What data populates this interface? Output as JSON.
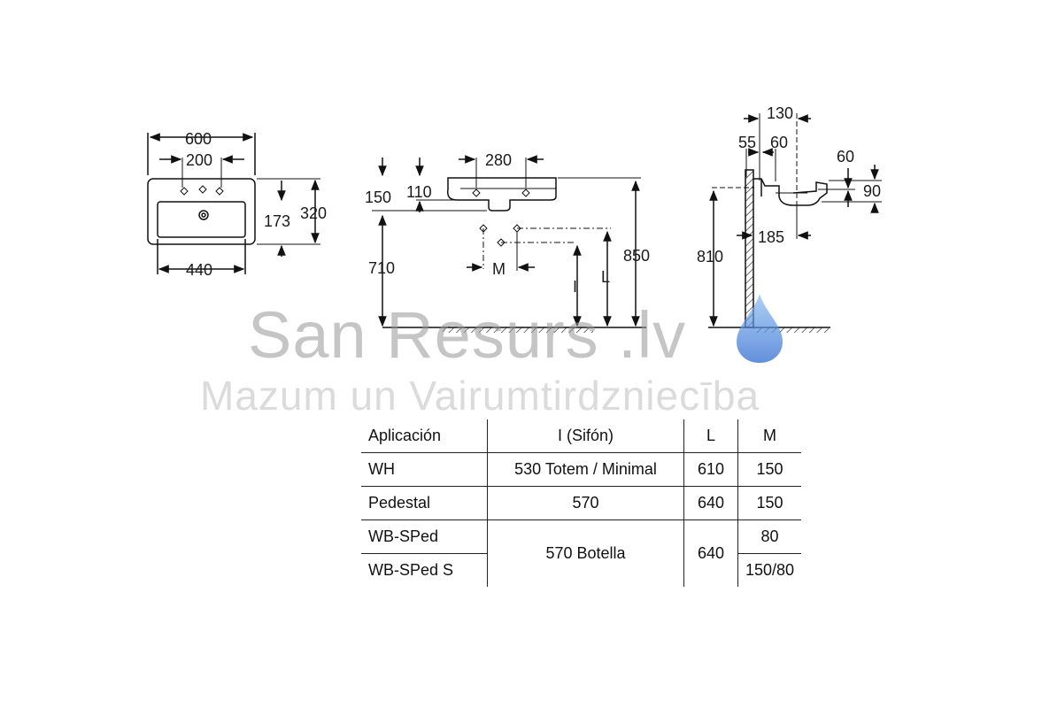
{
  "dimensions": {
    "top_view": {
      "overall_width": "600",
      "tap_spacing": "200",
      "depth_inner": "173",
      "depth_total": "320",
      "bowl_width": "440"
    },
    "front_view": {
      "tap_holes": "280",
      "h150": "150",
      "h110": "110",
      "h710": "710",
      "h850": "850",
      "m_label": "M",
      "l_label": "L",
      "i_label": "I"
    },
    "side_view": {
      "d130": "130",
      "d55": "55",
      "d60a": "60",
      "d60b": "60",
      "d90": "90",
      "d810": "810",
      "d185": "185"
    }
  },
  "watermark": {
    "brand": "San Resurs .lv",
    "tagline": "Mazum un Vairumtirdzniecība",
    "drop_color": "#3b7fd9"
  },
  "table": {
    "headers": [
      "Aplicación",
      "I (Sifón)",
      "L",
      "M"
    ],
    "rows": [
      {
        "app": "WH",
        "i": "530 Totem / Minimal",
        "l": "610",
        "m": "150"
      },
      {
        "app": "Pedestal",
        "i": "570",
        "l": "640",
        "m": "150"
      },
      {
        "app": "WB-SPed",
        "i": "570 Botella",
        "l": "640",
        "m": "80"
      },
      {
        "app": "WB-SPed S",
        "m": "150/80"
      }
    ]
  }
}
